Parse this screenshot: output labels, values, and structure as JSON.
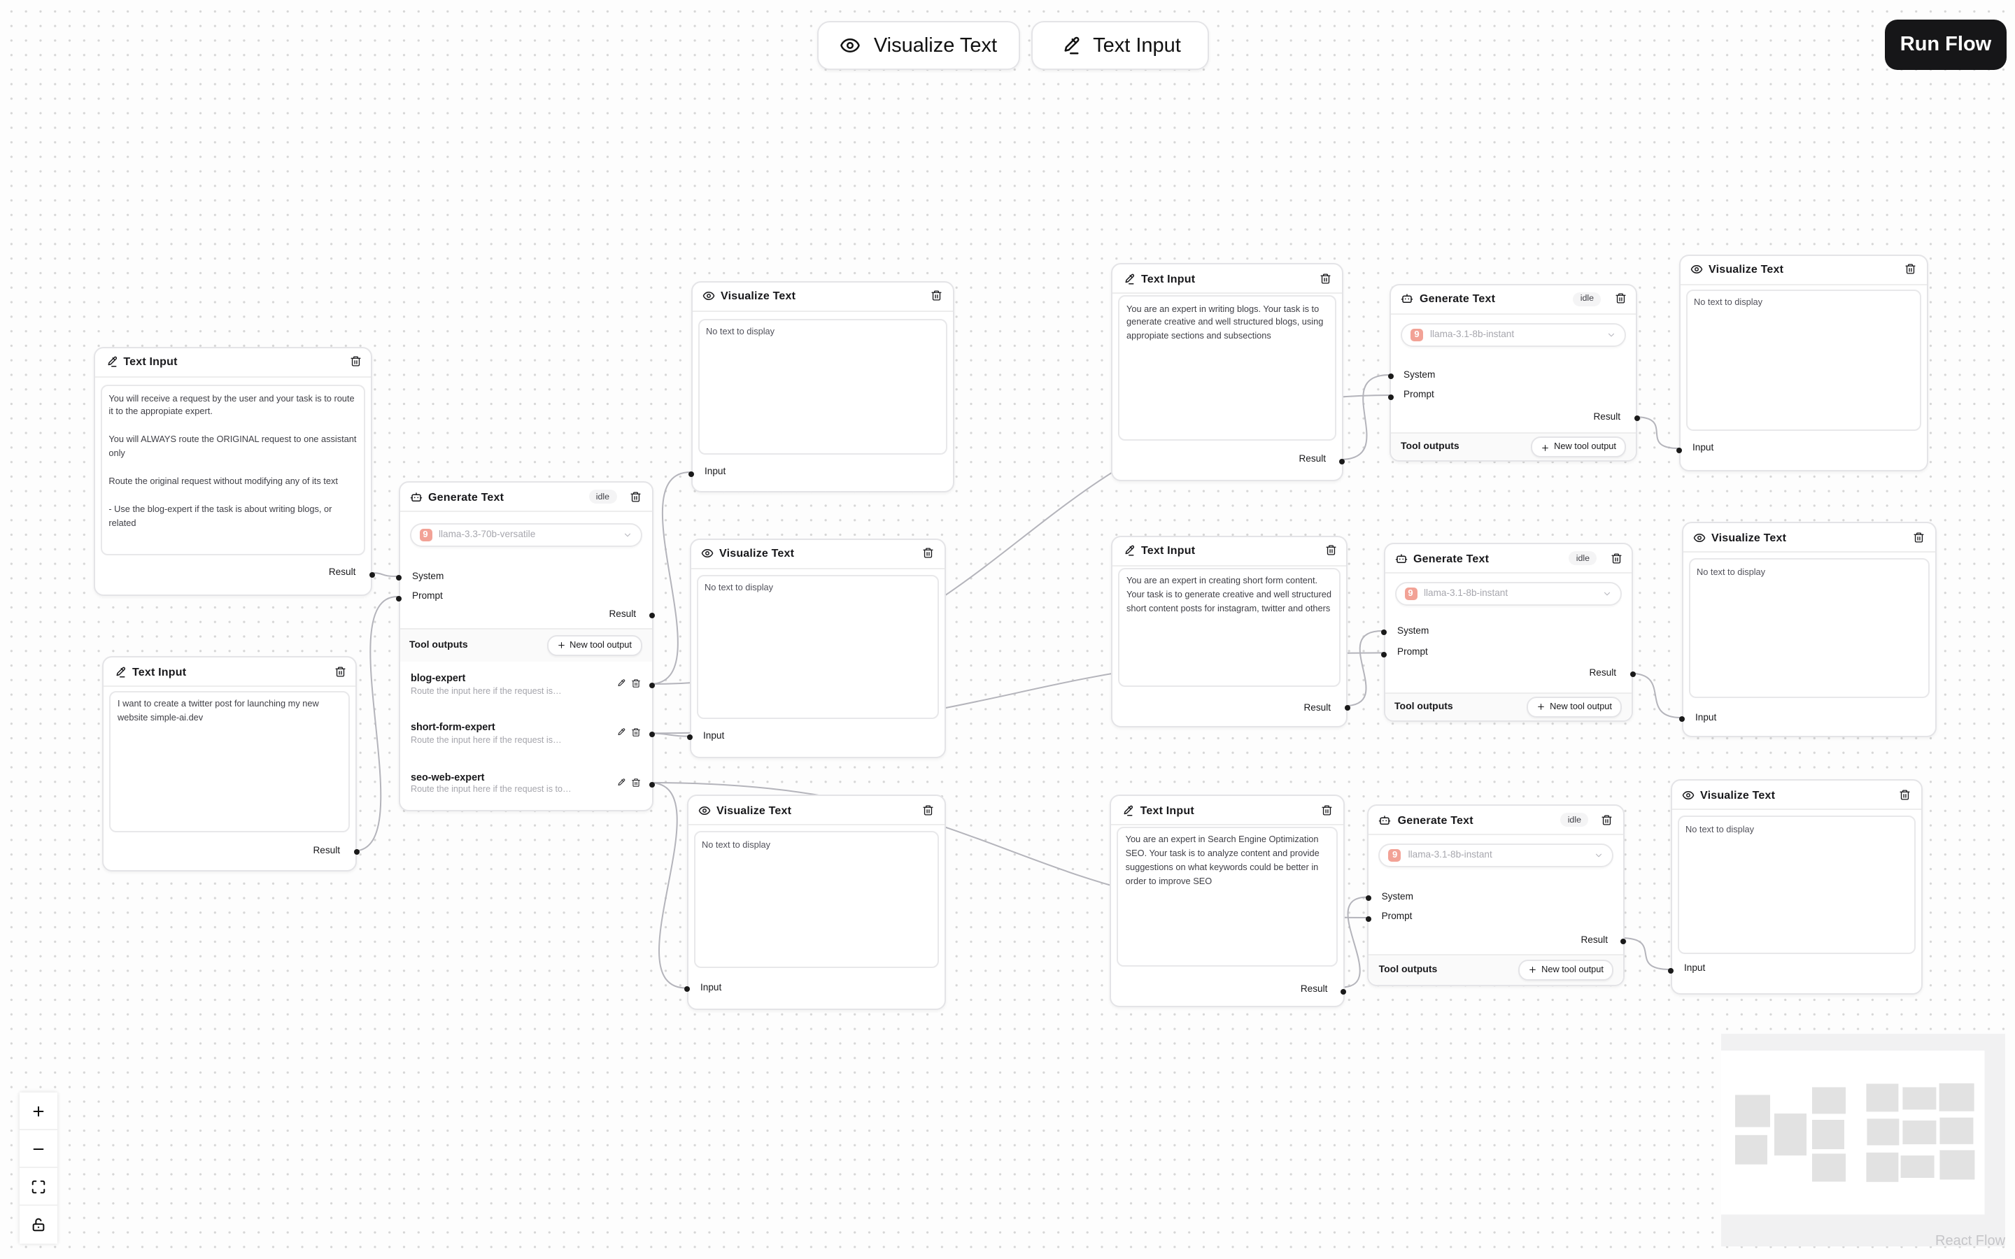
{
  "toolbar": {
    "visualize_label": "Visualize Text",
    "text_input_label": "Text Input",
    "run_label": "Run Flow"
  },
  "labels": {
    "idle": "idle",
    "system": "System",
    "prompt": "Prompt",
    "result": "Result",
    "input": "Input",
    "tool_outputs": "Tool outputs",
    "new_tool_output": "New tool output",
    "no_text": "No text to display",
    "model_provider_glyph": "9",
    "attribution": "React Flow"
  },
  "colors": {
    "accent_badge": "#f2a296",
    "edge": "#b4b4bb",
    "run_button": "#161618"
  },
  "nodes": {
    "router_system": {
      "title": "Text Input",
      "text": "You will receive a request by the user and your task is to route it to the appropiate expert.\n\nYou will ALWAYS route the ORIGINAL request to one assistant only\n\nRoute the original request without modifying any of its text\n\n- Use the blog-expert if the task is about writing blogs, or related"
    },
    "user_request": {
      "title": "Text Input",
      "text": "I want to create a twitter post for launching my new website simple-ai.dev"
    },
    "router": {
      "title": "Generate Text",
      "status": "idle",
      "model": "llama-3.3-70b-versatile",
      "tools": [
        {
          "name": "blog-expert",
          "desc": "Route the input here if the request is…"
        },
        {
          "name": "short-form-expert",
          "desc": "Route the input here if the request is…"
        },
        {
          "name": "seo-web-expert",
          "desc": "Route the input here if the request is to…"
        }
      ]
    },
    "blog_system": {
      "title": "Text Input",
      "text": "You are an expert in writing blogs. Your task is to generate creative and well structured blogs, using appropiate sections and subsections"
    },
    "short_system": {
      "title": "Text Input",
      "text": "You are an expert in creating short form content. Your task is to generate creative and well structured short content posts for instagram, twitter and others"
    },
    "seo_system": {
      "title": "Text Input",
      "text": "You are an expert in Search Engine Optimization SEO. Your task is to analyze content and provide suggestions on what keywords could be better in order to improve SEO"
    },
    "gen_blog": {
      "title": "Generate Text",
      "status": "idle",
      "model": "llama-3.1-8b-instant"
    },
    "gen_short": {
      "title": "Generate Text",
      "status": "idle",
      "model": "llama-3.1-8b-instant"
    },
    "gen_seo": {
      "title": "Generate Text",
      "status": "idle",
      "model": "llama-3.1-8b-instant"
    },
    "vis_mid_1": {
      "title": "Visualize Text"
    },
    "vis_mid_2": {
      "title": "Visualize Text"
    },
    "vis_mid_3": {
      "title": "Visualize Text"
    },
    "vis_right_1": {
      "title": "Visualize Text"
    },
    "vis_right_2": {
      "title": "Visualize Text"
    },
    "vis_right_3": {
      "title": "Visualize Text"
    }
  }
}
